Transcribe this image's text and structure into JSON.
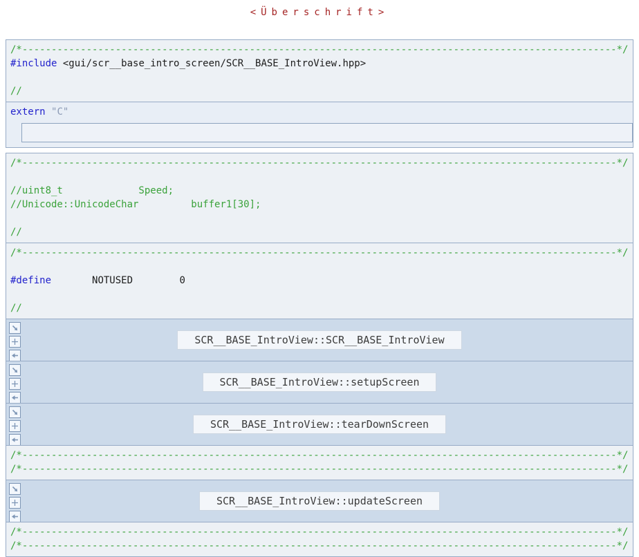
{
  "title": "<Überschrift>",
  "comment_rule": "/*------------------------------------------------------------------------------------------------------*/",
  "colors": {
    "title": "#a52424",
    "comment_green": "#3aa23a",
    "keyword_blue": "#2222cc",
    "string_gray_blue": "#8b9ab5",
    "code_block_bg": "#edf1f5",
    "extern_block_bg": "#e8eef6",
    "function_block_bg": "#ccdaea",
    "block_border": "#97abc6"
  },
  "function_buttons": [
    {
      "name": "open-section-button",
      "icon": "arrow-down-right-icon"
    },
    {
      "name": "expand-section-button",
      "icon": "plus-icon"
    },
    {
      "name": "previous-section-button",
      "icon": "arrow-left-icon"
    }
  ],
  "blocks": [
    {
      "type": "code",
      "name": "include-section",
      "lines": [
        [
          {
            "c": "cm",
            "ref": "comment_rule"
          }
        ],
        [
          {
            "c": "kw",
            "t": "#include"
          },
          {
            "c": "pl",
            "t": " <gui/scr__base_intro_screen/SCR__BASE_IntroView.hpp>"
          }
        ],
        [],
        [
          {
            "c": "cm",
            "t": "//"
          }
        ]
      ]
    },
    {
      "type": "extern",
      "name": "extern-c-section",
      "field": true,
      "gap_after": true,
      "lines": [
        [
          {
            "c": "kw",
            "t": "extern"
          },
          {
            "c": "pl",
            "t": " "
          },
          {
            "c": "st",
            "t": "\"C\""
          }
        ]
      ]
    },
    {
      "type": "code",
      "name": "commented-variables-section",
      "lines": [
        [
          {
            "c": "cm",
            "ref": "comment_rule"
          }
        ],
        [],
        [
          {
            "c": "cm",
            "t": "//uint8_t             Speed;"
          }
        ],
        [
          {
            "c": "cm",
            "t": "//Unicode::UnicodeChar         buffer1[30];"
          }
        ],
        [],
        [
          {
            "c": "cm",
            "t": "//"
          }
        ]
      ]
    },
    {
      "type": "code",
      "name": "define-section",
      "lines": [
        [
          {
            "c": "cm",
            "ref": "comment_rule"
          }
        ],
        [],
        [
          {
            "c": "kw",
            "t": "#define"
          },
          {
            "c": "pl",
            "t": "       NOTUSED        0"
          }
        ],
        [],
        [
          {
            "c": "cm",
            "t": "//"
          }
        ]
      ]
    },
    {
      "type": "function",
      "name": "constructor-section",
      "label": "SCR__BASE_IntroView::SCR__BASE_IntroView"
    },
    {
      "type": "function",
      "name": "setup-screen-section",
      "label": "SCR__BASE_IntroView::setupScreen"
    },
    {
      "type": "function",
      "name": "teardown-screen-section",
      "label": "SCR__BASE_IntroView::tearDownScreen"
    },
    {
      "type": "code",
      "name": "separator-comments-section",
      "lines": [
        [
          {
            "c": "cm",
            "ref": "comment_rule"
          }
        ],
        [
          {
            "c": "cm",
            "ref": "comment_rule"
          }
        ]
      ]
    },
    {
      "type": "function",
      "name": "update-screen-section",
      "label": "SCR__BASE_IntroView::updateScreen"
    },
    {
      "type": "code",
      "name": "footer-comments-section",
      "lines": [
        [
          {
            "c": "cm",
            "ref": "comment_rule"
          }
        ],
        [
          {
            "c": "cm",
            "ref": "comment_rule"
          }
        ]
      ]
    }
  ]
}
